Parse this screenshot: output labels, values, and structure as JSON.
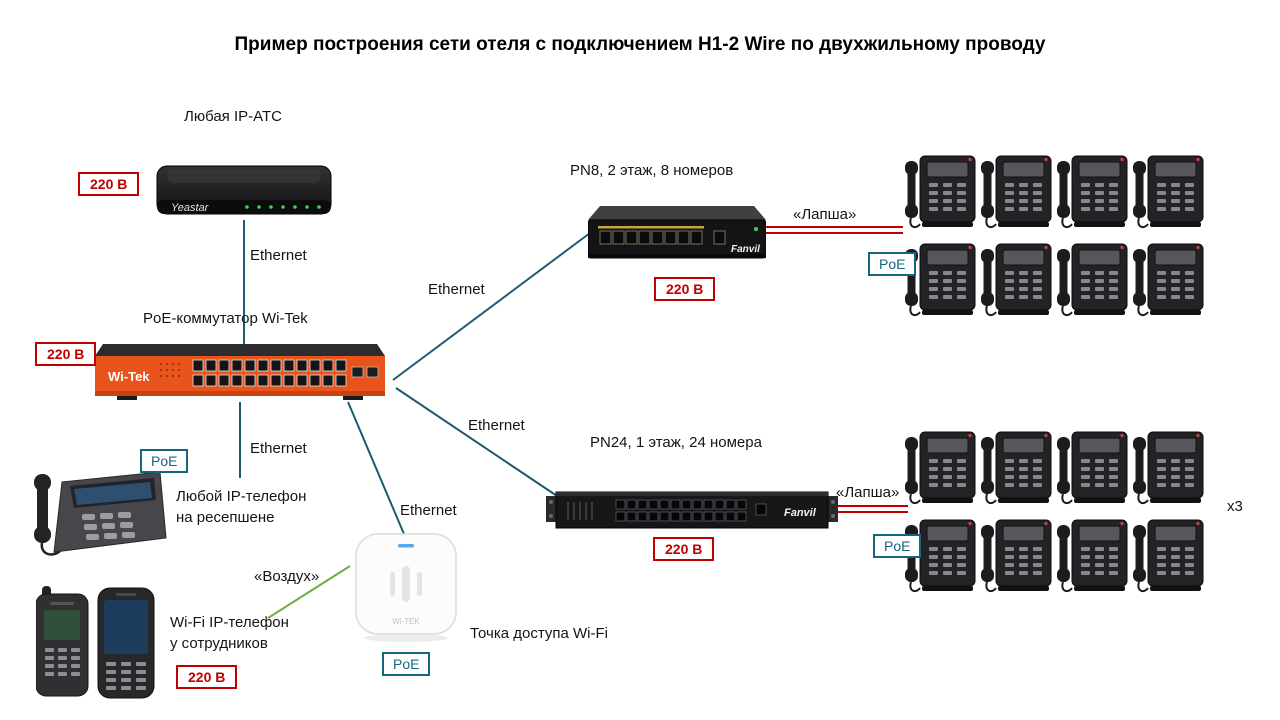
{
  "title": "Пример построения сети отеля с подключением H1-2 Wire по двухжильному проводу",
  "labels": {
    "power": "220 В",
    "poe": "PoE",
    "ethernet": "Ethernet",
    "noodle": "«Лапша»",
    "air": "«Воздух»",
    "multiplier": "x3"
  },
  "devices": {
    "pbx": {
      "caption": "Любая IP-АТС",
      "brand": "Yeastar"
    },
    "core_switch": {
      "caption": "PoE-коммутатор Wi-Tek",
      "brand": "Wi-Tek"
    },
    "pn8": {
      "caption": "PN8, 2 этаж, 8 номеров",
      "brand": "Fanvil"
    },
    "pn24": {
      "caption": "PN24, 1 этаж, 24 номера",
      "brand": "Fanvil"
    },
    "reception_phone": {
      "caption_line1": "Любой IP-телефон",
      "caption_line2": "на ресепшене"
    },
    "wifi_phone": {
      "caption_line1": "Wi-Fi IP-телефон",
      "caption_line2": "у сотрудников"
    },
    "access_point": {
      "caption": "Точка доступа Wi-Fi",
      "brand": "Wi-TEK"
    }
  },
  "colors": {
    "ethernet_line": "#1e5a70",
    "power_red": "#c00000",
    "poe_teal": "#16657f",
    "air_green": "#70ad47"
  }
}
